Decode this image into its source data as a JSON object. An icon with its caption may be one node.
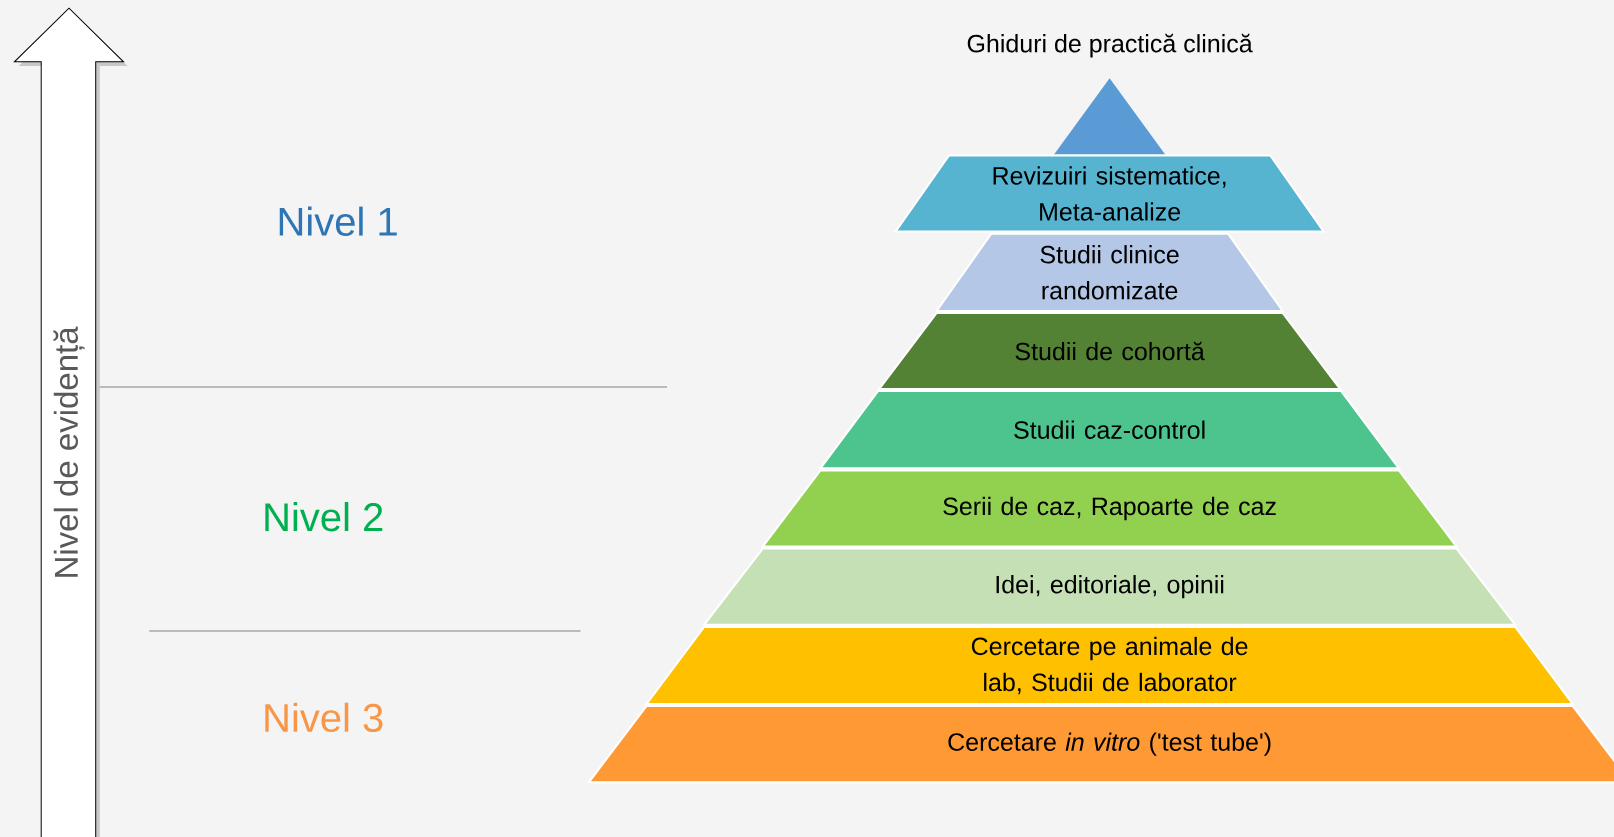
{
  "diagram": {
    "nodes": [
      {
        "text": [
          "Ghiduri de practică clinică"
        ]
      },
      {
        "text": [
          "Revizuiri sistematice, Meta-analize"
        ]
      },
      {
        "text": [
          "Studii clinice randomizate"
        ]
      },
      {
        "text": [
          "Studii de cohortă"
        ]
      },
      {
        "text": [
          "Studii caz-control"
        ]
      },
      {
        "text": [
          "Serii de caz, Rapoarte de caz"
        ]
      },
      {
        "text": [
          "Idei, editoriale, opinii"
        ]
      },
      {
        "text": [
          "Cercetare pe animale de lab, Studii de laborator"
        ]
      },
      {
        "text": [
          "Cercetare *in vitro* ('test tube')"
        ]
      },
      {
        "text": [
          "Nivel de evidență"
        ]
      }
    ],
    "labels": [
      "Nivel 1",
      "Nivel 2",
      "Nivel 3"
    ]
  }
}
